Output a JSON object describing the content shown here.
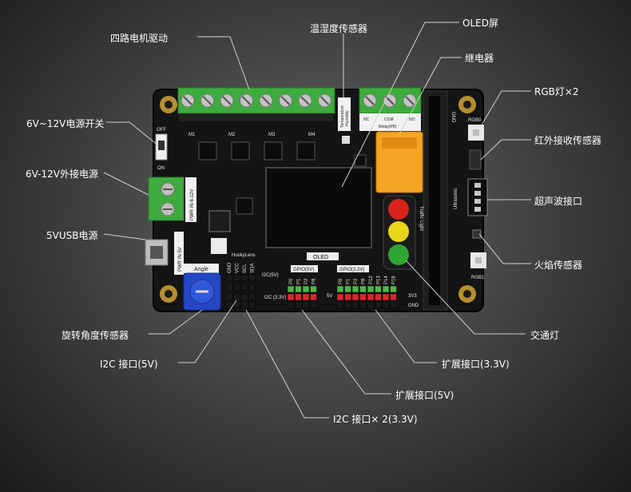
{
  "labels": {
    "motor_drive": "四路电机驱动",
    "temp_humidity": "温湿度传感器",
    "oled_screen": "OLED屏",
    "relay": "继电器",
    "rgb_light": "RGB灯×2",
    "power_switch": "6V~12V电源开关",
    "ir_receiver": "红外接收传感器",
    "external_power": "6V-12V外接电源",
    "ultrasonic_port": "超声波接口",
    "usb_power": "5VUSB电源",
    "flame_sensor": "火焰传感器",
    "rotation_sensor": "旋转角度传感器",
    "traffic_light": "交通灯",
    "i2c_5v": "I2C 接口(5V)",
    "expansion_3v3": "扩展接口(3.3V)",
    "expansion_5v": "扩展接口(5V)",
    "i2c_3v3": "I2C 接口× 2(3.3V)"
  },
  "silkscreen": {
    "off": "OFF",
    "on": "ON",
    "temperature": "Temperature",
    "humidity": "Humidity",
    "nc": "NC",
    "com": "COM",
    "relay_p8": "Relay(P8)",
    "no": "NO",
    "gnd": "GND",
    "rgb0": "RGB0",
    "rgb1": "RGB1",
    "pwr_in": "PWR IN 6-12V",
    "pwr_in_5v": "PWR IN 5V",
    "traffic_light": "Traffic Light",
    "oled": "OLED",
    "angle": "Angle",
    "huskylens": "HuskyLens",
    "i2c_5v": "I2C(5V)",
    "i2c_3v3": "I2C (3.3V)",
    "gpio_5v": "GPIO(5V)",
    "gpio_3v3": "GPIO(3.3V)",
    "ultrasonic": "Ultrasonic",
    "v5": "5V",
    "v3": "3V3",
    "motor_m1": "M1",
    "motor_m2": "M2",
    "motor_m3": "M3",
    "motor_m4": "M4",
    "gpio_5v_pins": [
      "P0",
      "P1",
      "P2",
      "P8"
    ],
    "gpio_3v3_pins": [
      "P0",
      "P1",
      "P2",
      "P8",
      "P12",
      "P13",
      "P14",
      "P16"
    ],
    "i2c_pins": [
      "GND",
      "VCC",
      "SCL",
      "SDA"
    ]
  },
  "colors": {
    "board": "#141414",
    "terminal_green": "#3dab3d",
    "relay_orange": "#f5a524",
    "led_red": "#d8231b",
    "led_yellow": "#e9d51a",
    "led_green": "#2ea632",
    "header_red": "#e0262d",
    "header_green": "#4bb748",
    "potentiometer_blue": "#2447c4",
    "callout_line": "#d0d0d0"
  }
}
